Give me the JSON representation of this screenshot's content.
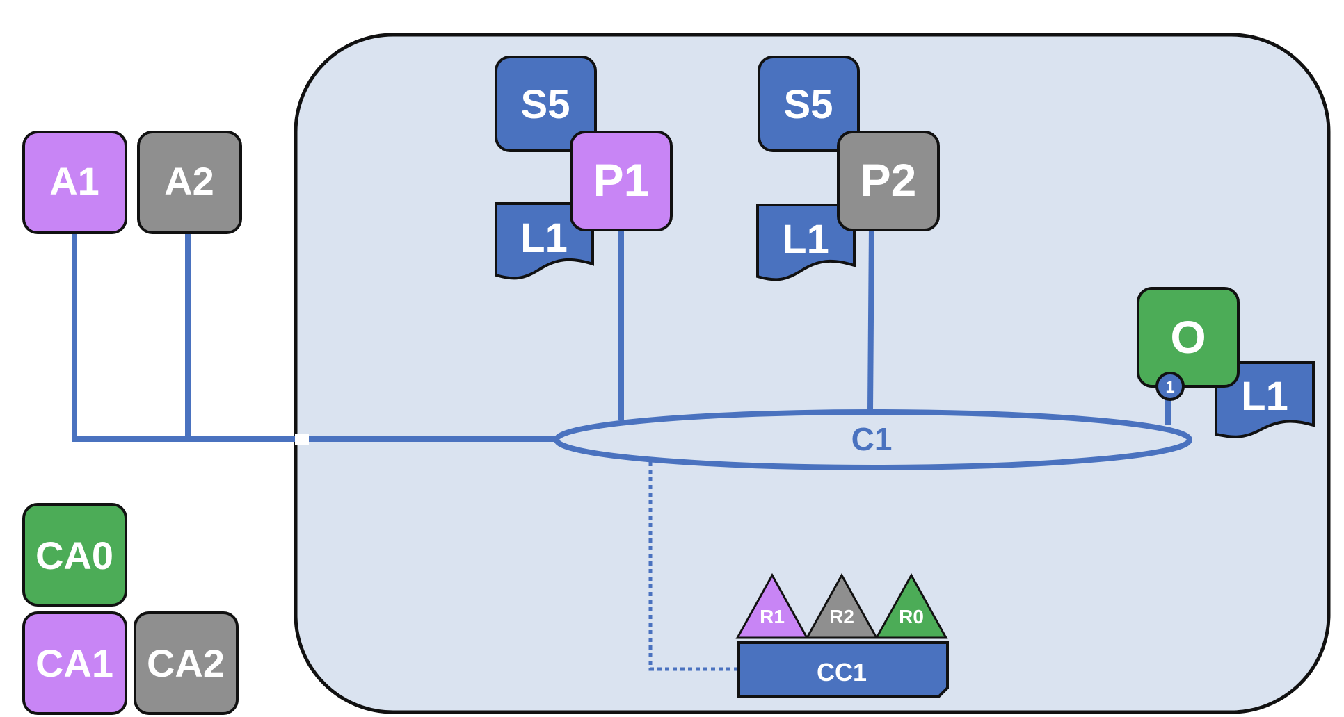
{
  "colors": {
    "network_bg": "#dae3f0",
    "blue": "#4a72bf",
    "purple": "#c885f5",
    "gray": "#8f8f8f",
    "green": "#4cac57",
    "outline": "#111111"
  },
  "outside": {
    "a1": "A1",
    "a2": "A2",
    "ca0": "CA0",
    "ca1": "CA1",
    "ca2": "CA2"
  },
  "peer1": {
    "p": "P1",
    "s": "S5",
    "l": "L1"
  },
  "peer2": {
    "p": "P2",
    "s": "S5",
    "l": "L1"
  },
  "orderer": {
    "o": "O",
    "badge": "1",
    "l": "L1"
  },
  "channel": {
    "label": "C1"
  },
  "config": {
    "cc": "CC1",
    "r1": "R1",
    "r2": "R2",
    "r0": "R0"
  }
}
